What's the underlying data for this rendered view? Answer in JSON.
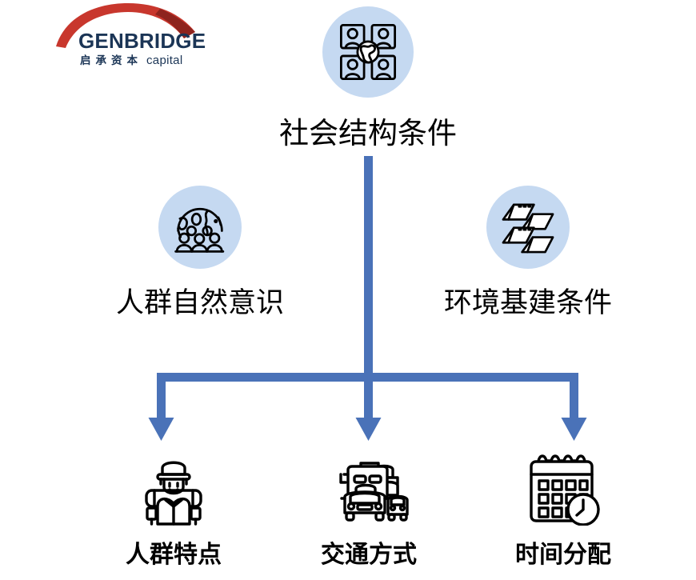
{
  "brand": {
    "name": "GENBRIDGE",
    "name_cn": "启承资本",
    "name_en_sub": "capital",
    "arc_color_light": "#C8372D",
    "arc_color_dark": "#8E241E",
    "text_color": "#1B3556",
    "logo_icon": "bridge-arc-icon"
  },
  "theme": {
    "connector_color": "#4A72B8",
    "icon_circle_fill": "#C5D9F1",
    "icon_stroke": "#000000",
    "label_color": "#000000",
    "background": "#FFFFFF"
  },
  "diagram": {
    "type": "flow-hierarchy",
    "top_node": {
      "label": "社会结构条件",
      "icon": "people-group-globe-icon"
    },
    "middle_nodes": [
      {
        "label": "人群自然意识",
        "icon": "globe-crowd-icon",
        "position": "left"
      },
      {
        "label": "环境基建条件",
        "icon": "tents-infrastructure-icon",
        "position": "right"
      }
    ],
    "bottom_nodes": [
      {
        "label": "人群特点",
        "icon": "traveler-person-icon"
      },
      {
        "label": "交通方式",
        "icon": "vehicles-traffic-icon"
      },
      {
        "label": "时间分配",
        "icon": "calendar-clock-icon"
      }
    ],
    "connectors": {
      "trunk": "vertical-line-from-top-node",
      "bus": "horizontal-distribution-bar",
      "arrows": [
        "arrow-down-left",
        "arrow-down-center",
        "arrow-down-right"
      ]
    }
  }
}
